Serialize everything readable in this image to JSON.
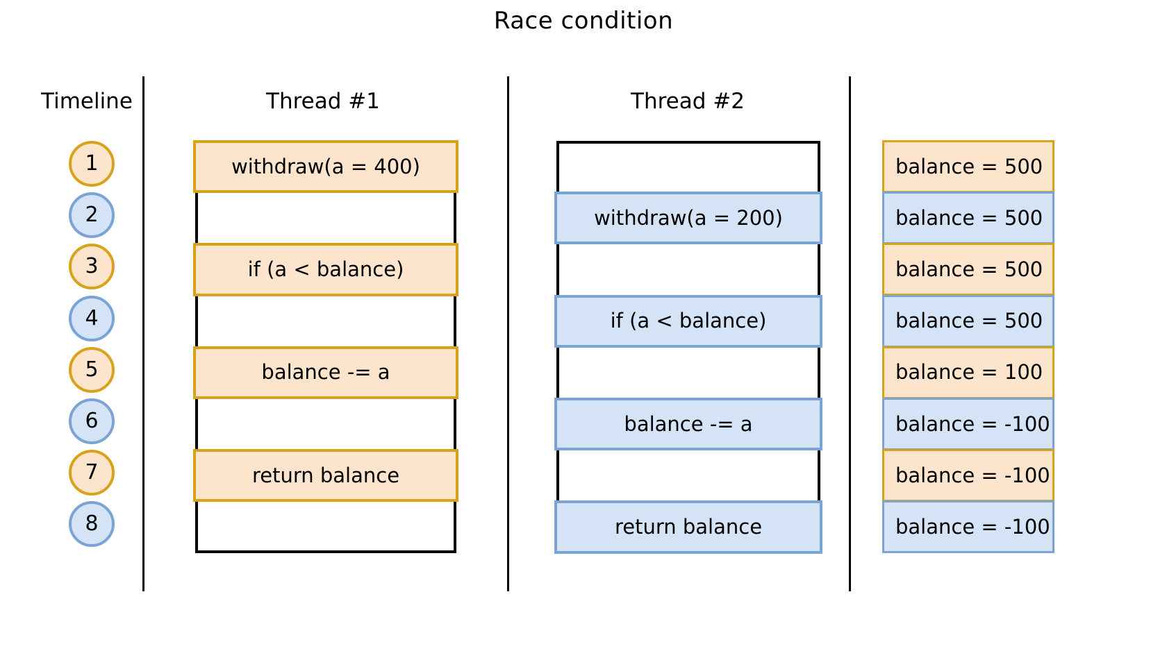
{
  "title": "Race condition",
  "columns": {
    "timeline_header": "Timeline",
    "thread1_header": "Thread #1",
    "thread2_header": "Thread #2"
  },
  "colors": {
    "orange_fill": "#fce4cd",
    "orange_border": "#d9a21b",
    "blue_fill": "#d5e3f7",
    "blue_border": "#7ba4d6",
    "frame": "#000000",
    "background": "#ffffff"
  },
  "timeline": [
    {
      "step": "1",
      "accent": "orange"
    },
    {
      "step": "2",
      "accent": "blue"
    },
    {
      "step": "3",
      "accent": "orange"
    },
    {
      "step": "4",
      "accent": "blue"
    },
    {
      "step": "5",
      "accent": "orange"
    },
    {
      "step": "6",
      "accent": "blue"
    },
    {
      "step": "7",
      "accent": "orange"
    },
    {
      "step": "8",
      "accent": "blue"
    }
  ],
  "thread1": [
    {
      "step": "1",
      "label": "withdraw(a = 400)",
      "active": true
    },
    {
      "step": "2",
      "label": "",
      "active": false
    },
    {
      "step": "3",
      "label": "if (a < balance)",
      "active": true
    },
    {
      "step": "4",
      "label": "",
      "active": false
    },
    {
      "step": "5",
      "label": "balance -= a",
      "active": true
    },
    {
      "step": "6",
      "label": "",
      "active": false
    },
    {
      "step": "7",
      "label": "return balance",
      "active": true
    },
    {
      "step": "8",
      "label": "",
      "active": false
    }
  ],
  "thread2": [
    {
      "step": "1",
      "label": "",
      "active": false
    },
    {
      "step": "2",
      "label": "withdraw(a = 200)",
      "active": true
    },
    {
      "step": "3",
      "label": "",
      "active": false
    },
    {
      "step": "4",
      "label": "if (a < balance)",
      "active": true
    },
    {
      "step": "5",
      "label": "",
      "active": false
    },
    {
      "step": "6",
      "label": "balance -= a",
      "active": true
    },
    {
      "step": "7",
      "label": "",
      "active": false
    },
    {
      "step": "8",
      "label": "return balance",
      "active": true
    }
  ],
  "balance": [
    {
      "step": "1",
      "label": "balance = 500",
      "accent": "orange"
    },
    {
      "step": "2",
      "label": "balance = 500",
      "accent": "blue"
    },
    {
      "step": "3",
      "label": "balance = 500",
      "accent": "orange"
    },
    {
      "step": "4",
      "label": "balance = 500",
      "accent": "blue"
    },
    {
      "step": "5",
      "label": "balance = 100",
      "accent": "orange"
    },
    {
      "step": "6",
      "label": "balance = -100",
      "accent": "blue"
    },
    {
      "step": "7",
      "label": "balance = -100",
      "accent": "orange"
    },
    {
      "step": "8",
      "label": "balance = -100",
      "accent": "blue"
    }
  ]
}
